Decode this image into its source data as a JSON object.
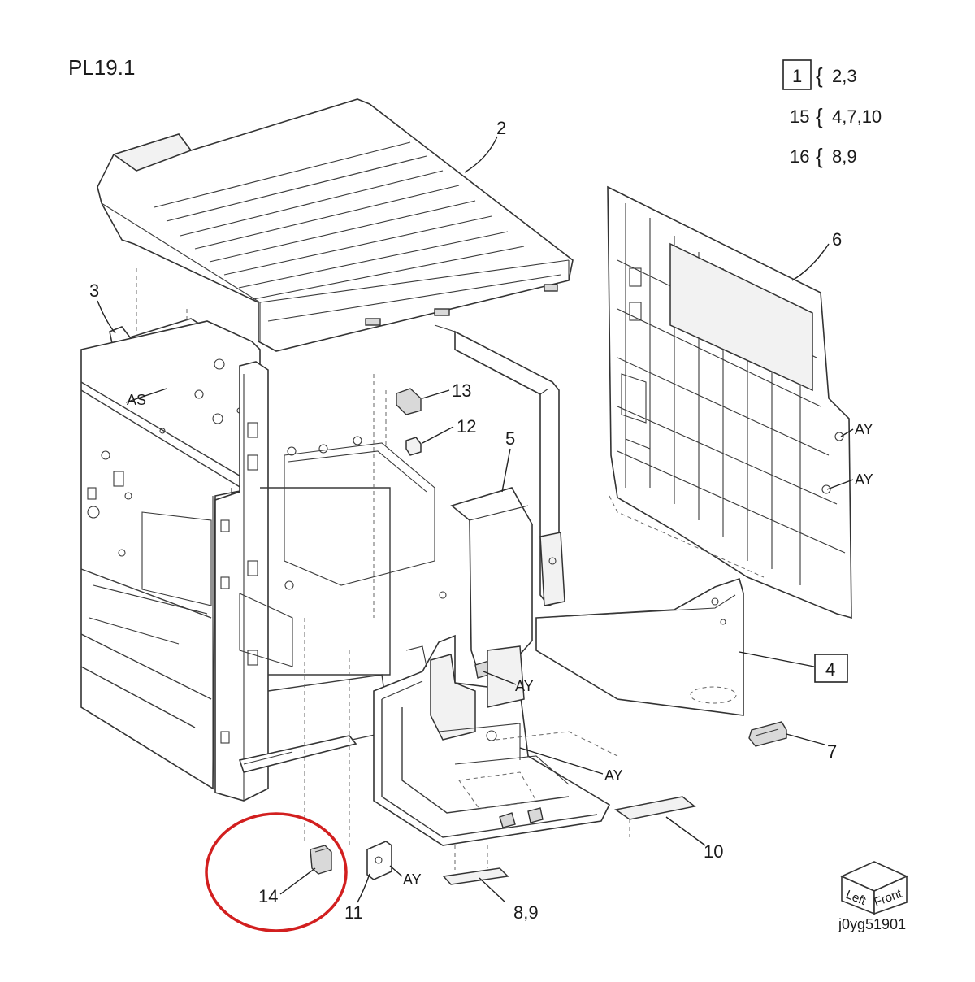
{
  "page_label": "PL19.1",
  "legend": {
    "groups": [
      {
        "parent": "1",
        "children": "2,3"
      },
      {
        "parent": "15",
        "children": "4,7,10"
      },
      {
        "parent": "16",
        "children": "8,9"
      }
    ]
  },
  "callouts": {
    "p2": "2",
    "p3": "3",
    "p4": "4",
    "p5": "5",
    "p6": "6",
    "p7": "7",
    "p10": "10",
    "p11": "11",
    "p12": "12",
    "p13": "13",
    "p14": "14",
    "p89": "8,9"
  },
  "refs": {
    "as": "AS",
    "ay": "AY"
  },
  "orientation_cube": {
    "left": "Left",
    "front": "Front"
  },
  "figure_id": "j0yg51901",
  "highlight": {
    "color": "#d21f1f",
    "target": "14"
  }
}
